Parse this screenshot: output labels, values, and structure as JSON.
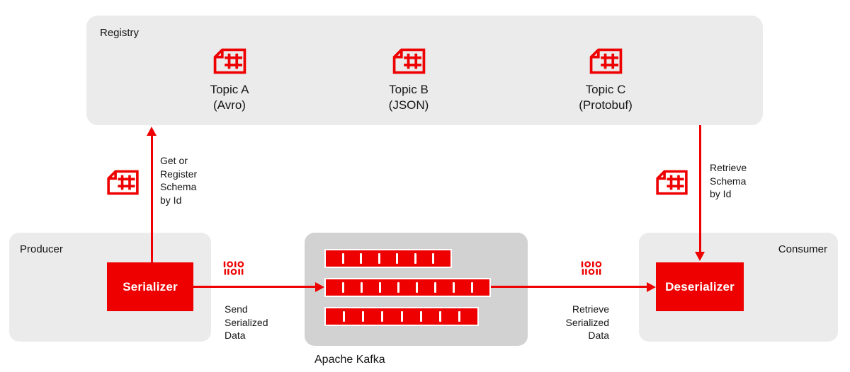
{
  "colors": {
    "accent_red": "#ee0000",
    "panel_gray": "#ebebeb",
    "kafka_gray": "#d2d2d2",
    "text_dark": "#151515",
    "node_text": "#ffffff"
  },
  "registry": {
    "label": "Registry",
    "topics": [
      {
        "name": "Topic A",
        "format": "(Avro)"
      },
      {
        "name": "Topic B",
        "format": "(JSON)"
      },
      {
        "name": "Topic C",
        "format": "(Protobuf)"
      }
    ]
  },
  "producer": {
    "label": "Producer",
    "component": "Serializer"
  },
  "consumer": {
    "label": "Consumer",
    "component": "Deserializer"
  },
  "kafka": {
    "label": "Apache Kafka",
    "bars": [
      {
        "segments": 7
      },
      {
        "segments": 9
      },
      {
        "segments": 8
      }
    ]
  },
  "flows": {
    "get_or_register": "Get or\nRegister\nSchema\nby Id",
    "retrieve_schema": "Retrieve\nSchema\nby Id",
    "send_data": "Send\nSerialized\nData",
    "retrieve_data": "Retrieve\nSerialized\nData",
    "binary_icon_lines": [
      "1010",
      "11011"
    ]
  }
}
